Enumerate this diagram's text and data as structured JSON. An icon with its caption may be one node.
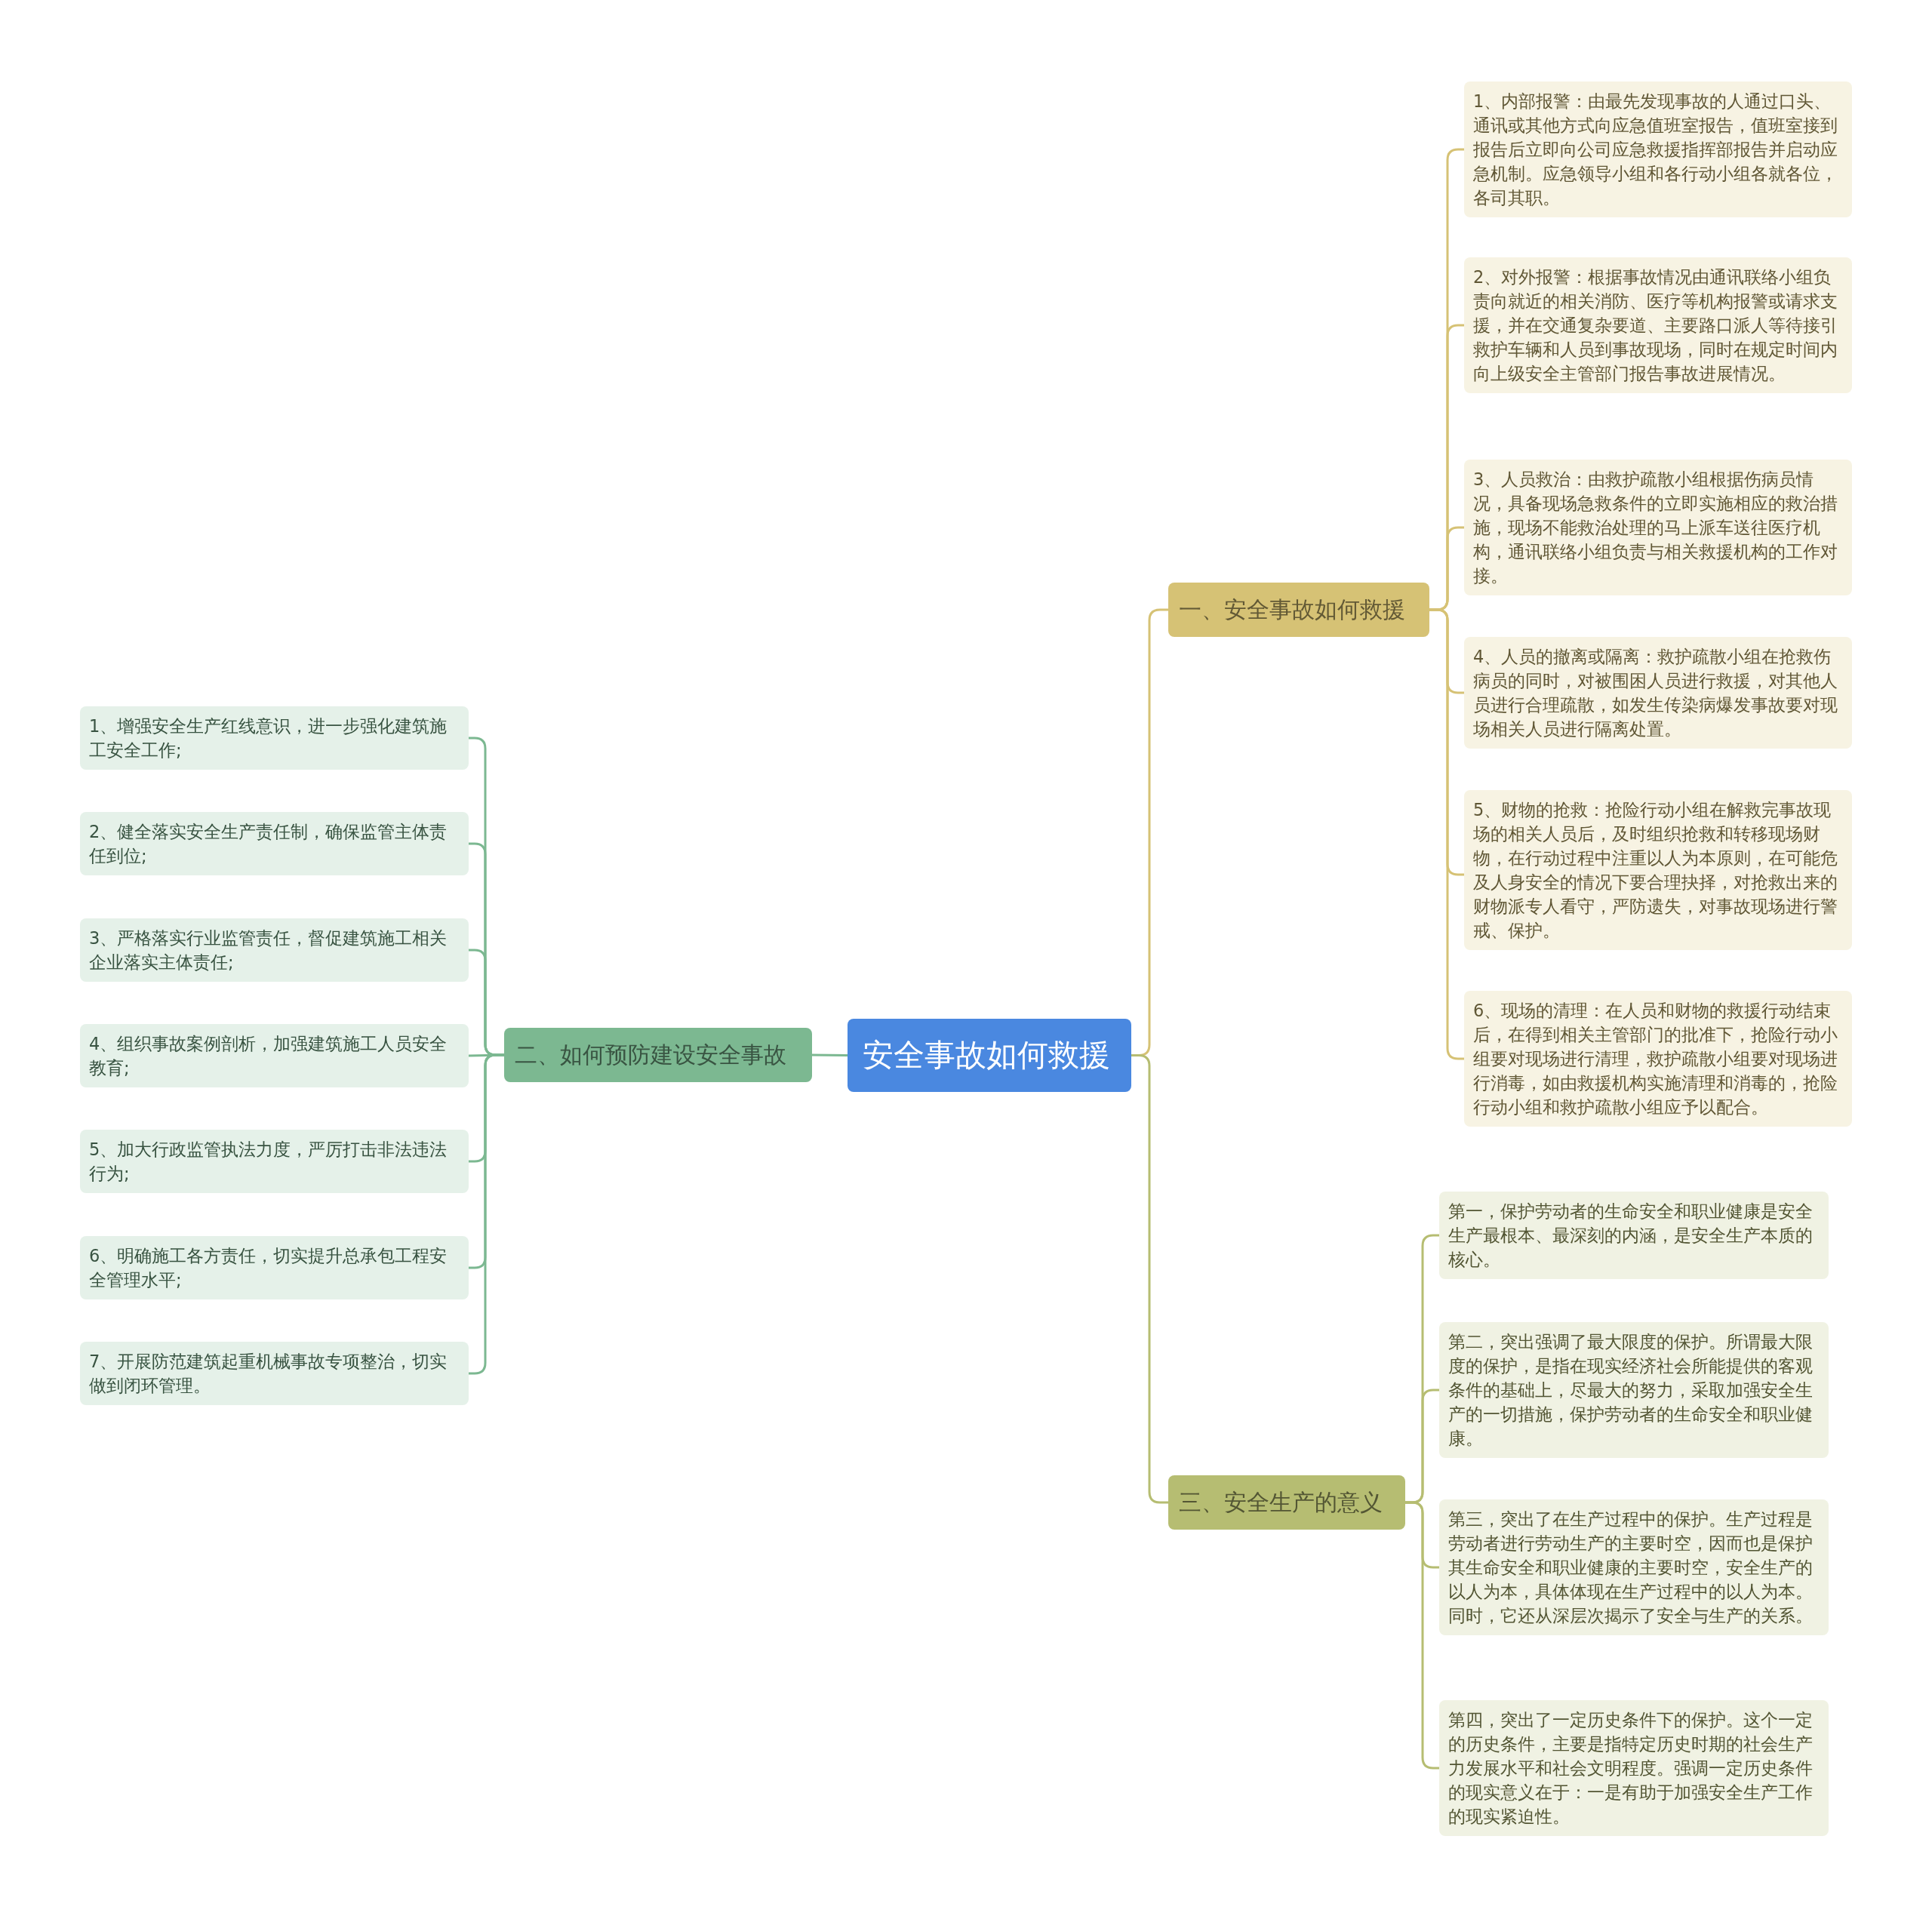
{
  "diagram": {
    "nodes": [
      {
        "text": [
          "安全事故如何救援"
        ]
      },
      {
        "text": [
          "一、安全事故如何救援"
        ]
      },
      {
        "text": [
          "1、内部报警：由最先发现事故的人通过口头、通讯或其他方式向应急值班室报告，值班室接到报告后立即向公司应急救援指挥部报告并启动应急机制。应急领导小组和各行动小组各就各位，各司其职。"
        ]
      },
      {
        "text": [
          "2、对外报警：根据事故情况由通讯联络小组负责向就近的相关消防、医疗等机构报警或请求支援，并在交通复杂要道、主要路口派人等待接引救护车辆和人员到事故现场，同时在规定时间内向上级安全主管部门报告事故进展情况。"
        ]
      },
      {
        "text": [
          "3、人员救治：由救护疏散小组根据伤病员情况，具备现场急救条件的立即实施相应的救治措施，现场不能救治处理的马上派车送往医疗机构，通讯联络小组负责与相关救援机构的工作对接。"
        ]
      },
      {
        "text": [
          "4、人员的撤离或隔离：救护疏散小组在抢救伤病员的同时，对被围困人员进行救援，对其他人员进行合理疏散，如发生传染病爆发事故要对现场相关人员进行隔离处置。"
        ]
      },
      {
        "text": [
          "5、财物的抢救：抢险行动小组在解救完事故现场的相关人员后，及时组织抢救和转移现场财物，在行动过程中注重以人为本原则，在可能危及人身安全的情况下要合理抉择，对抢救出来的财物派专人看守，严防遗失，对事故现场进行警戒、保护。"
        ]
      },
      {
        "text": [
          "6、现场的清理：在人员和财物的救援行动结束后，在得到相关主管部门的批准下，抢险行动小组要对现场进行清理，救护疏散小组要对现场进行消毒，如由救援机构实施清理和消毒的，抢险行动小组和救护疏散小组应予以配合。"
        ]
      },
      {
        "text": [
          "二、如何预防建设安全事故"
        ]
      },
      {
        "text": [
          "1、增强安全生产红线意识，进一步强化建筑施工安全工作;"
        ]
      },
      {
        "text": [
          "2、健全落实安全生产责任制，确保监管主体责任到位;"
        ]
      },
      {
        "text": [
          "3、严格落实行业监管责任，督促建筑施工相关企业落实主体责任;"
        ]
      },
      {
        "text": [
          "4、组织事故案例剖析，加强建筑施工人员安全教育;"
        ]
      },
      {
        "text": [
          "5、加大行政监管执法力度，严厉打击非法违法行为;"
        ]
      },
      {
        "text": [
          "6、明确施工各方责任，切实提升总承包工程安全管理水平;"
        ]
      },
      {
        "text": [
          "7、开展防范建筑起重机械事故专项整治，切实做到闭环管理。"
        ]
      },
      {
        "text": [
          "三、安全生产的意义"
        ]
      },
      {
        "text": [
          "第一，保护劳动者的生命安全和职业健康是安全生产最根本、最深刻的内涵，是安全生产本质的核心。"
        ]
      },
      {
        "text": [
          "第二，突出强调了最大限度的保护。所谓最大限度的保护，是指在现实经济社会所能提供的客观条件的基础上，尽最大的努力，采取加强安全生产的一切措施，保护劳动者的生命安全和职业健康。"
        ]
      },
      {
        "text": [
          "第三，突出了在生产过程中的保护。生产过程是劳动者进行劳动生产的主要时空，因而也是保护其生命安全和职业健康的主要时空，安全生产的以人为本，具体体现在生产过程中的以人为本。同时，它还从深层次揭示了安全与生产的关系。"
        ]
      },
      {
        "text": [
          "第四，突出了一定历史条件下的保护。这个一定的历史条件，主要是指特定历史时期的社会生产力发展水平和社会文明程度。强调一定历史条件的现实意义在于：一是有助于加强安全生产工作的现实紧迫性。"
        ]
      }
    ],
    "edges": [
      {
        "from": 0,
        "to": 1,
        "arrow": "none",
        "color": "#d6c275"
      },
      {
        "from": 1,
        "to": 2,
        "arrow": "none",
        "color": "#d6c275"
      },
      {
        "from": 1,
        "to": 3,
        "arrow": "none",
        "color": "#d6c275"
      },
      {
        "from": 1,
        "to": 4,
        "arrow": "none",
        "color": "#d6c275"
      },
      {
        "from": 1,
        "to": 5,
        "arrow": "none",
        "color": "#d6c275"
      },
      {
        "from": 1,
        "to": 6,
        "arrow": "none",
        "color": "#d6c275"
      },
      {
        "from": 1,
        "to": 7,
        "arrow": "none",
        "color": "#d6c275"
      },
      {
        "from": 0,
        "to": 8,
        "arrow": "none"
      },
      {
        "from": 8,
        "to": 9,
        "arrow": "none"
      },
      {
        "from": 8,
        "to": 10,
        "arrow": "none"
      },
      {
        "from": 8,
        "to": 11,
        "arrow": "none"
      },
      {
        "from": 8,
        "to": 12,
        "arrow": "none"
      },
      {
        "from": 8,
        "to": 13,
        "arrow": "none"
      },
      {
        "from": 8,
        "to": 14,
        "arrow": "none"
      },
      {
        "from": 8,
        "to": 15,
        "arrow": "none"
      },
      {
        "from": 0,
        "to": 16,
        "arrow": "none",
        "color": "#b6bd72"
      },
      {
        "from": 16,
        "to": 17,
        "arrow": "none",
        "color": "#b6bd72"
      },
      {
        "from": 16,
        "to": 18,
        "arrow": "none",
        "color": "#b6bd72"
      },
      {
        "from": 16,
        "to": 19,
        "arrow": "none",
        "color": "#b6bd72"
      },
      {
        "from": 16,
        "to": 20,
        "arrow": "none",
        "color": "#b6bd72"
      }
    ]
  }
}
